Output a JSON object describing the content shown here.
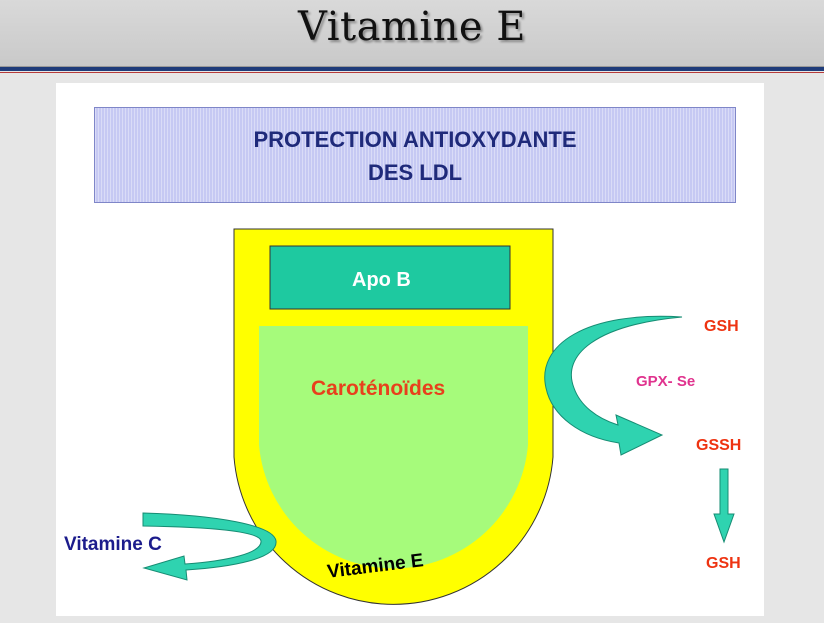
{
  "slide": {
    "title": "Vitamine E"
  },
  "banner": {
    "line1": "PROTECTION ANTIOXYDANTE",
    "line2": "DES LDL"
  },
  "ldl": {
    "apob_label": "Apo B",
    "core_label": "Caroténoïdes",
    "shell_label": "Vitamine E"
  },
  "labels": {
    "vitamine_c": "Vitamine C",
    "gsh_top": "GSH",
    "gpx": "GPX- Se",
    "gssh": "GSSH",
    "gsh_bottom": "GSH"
  },
  "colors": {
    "shell": "#ffff00",
    "core": "#a6fb7b",
    "apob": "#1ec9a0",
    "arrow": "#2fd3b0",
    "banner_text": "#1f2a7a",
    "core_text": "#e8401c",
    "red_text": "#ee3311",
    "magenta_text": "#e0338e",
    "navy_text": "#1c1c8c"
  }
}
